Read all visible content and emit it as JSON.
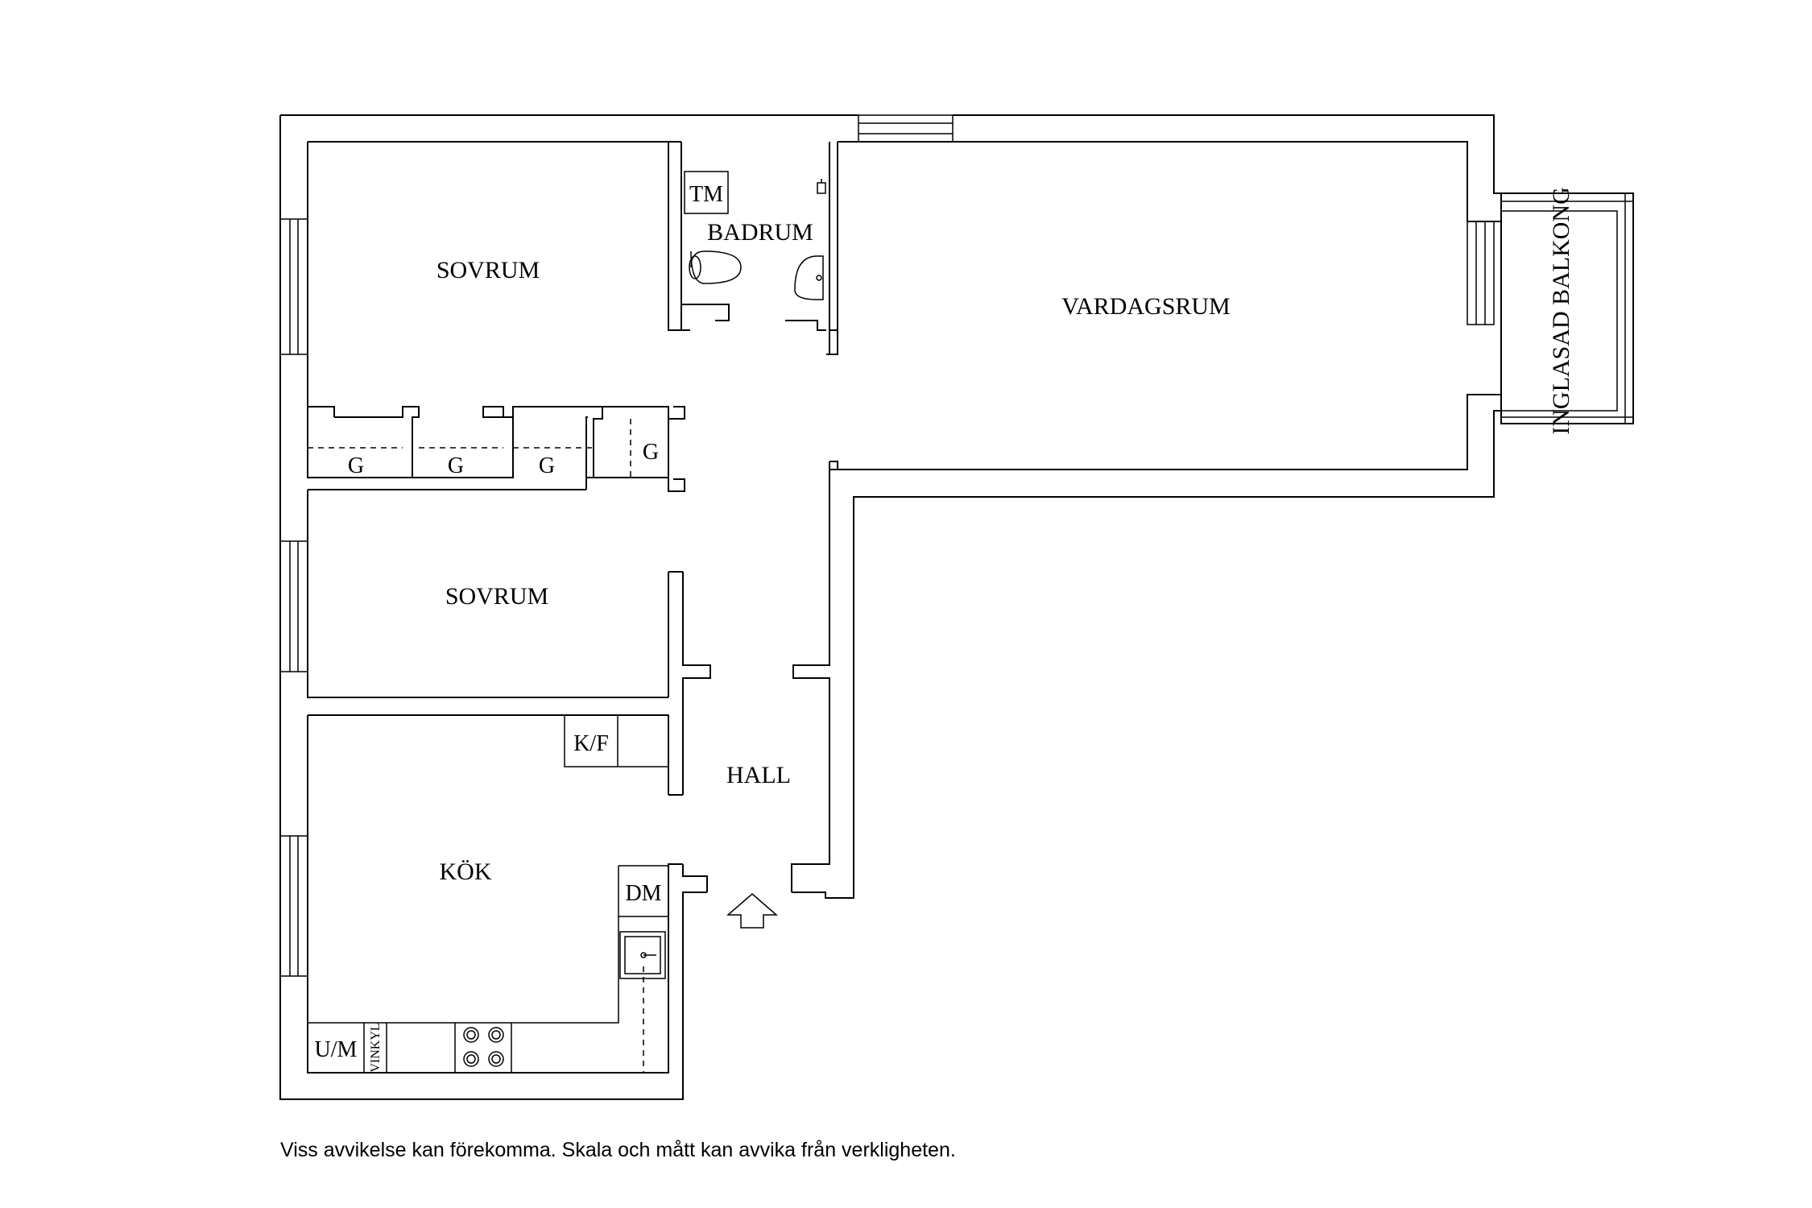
{
  "rooms": {
    "sovrum_1": "SOVRUM",
    "sovrum_2": "SOVRUM",
    "badrum": "BADRUM",
    "vardagsrum": "VARDAGSRUM",
    "balkong": "INGLASAD BALKONG",
    "hall": "HALL",
    "kok": "KÖK"
  },
  "fixtures": {
    "tm": "TM",
    "kf": "K/F",
    "dm": "DM",
    "um": "U/M",
    "vinkyl": "VINKYL"
  },
  "closets": [
    "G",
    "G",
    "G",
    "G"
  ],
  "disclaimer": "Viss avvikelse kan förekomma. Skala och mått kan avvika från verkligheten."
}
